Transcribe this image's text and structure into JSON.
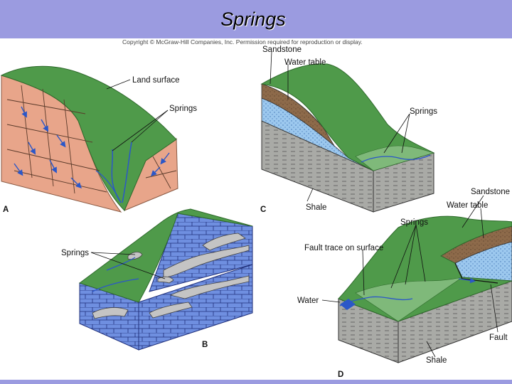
{
  "title": "Springs",
  "copyright": "Copyright © McGraw-Hill Companies, Inc. Permission required for reproduction or display.",
  "panels": {
    "a": {
      "letter": "A",
      "labels": {
        "land_surface": "Land surface",
        "springs": "Springs"
      }
    },
    "b": {
      "letter": "B",
      "labels": {
        "springs": "Springs"
      }
    },
    "c": {
      "letter": "C",
      "labels": {
        "sandstone": "Sandstone",
        "water_table": "Water table",
        "springs": "Springs",
        "shale": "Shale"
      }
    },
    "d": {
      "letter": "D",
      "labels": {
        "sandstone": "Sandstone",
        "water_table": "Water table",
        "springs": "Springs",
        "fault_trace": "Fault trace on surface",
        "water": "Water",
        "fault": "Fault",
        "shale": "Shale"
      }
    }
  },
  "colors": {
    "title_bar": "#9b9be0",
    "grass": "#4f9a4a",
    "grass_dark": "#3d7d3a",
    "granite": "#e8a58a",
    "limestone": "#6f8fe0",
    "sandstone": "#8d6a4a",
    "aquifer": "#9cc8ee",
    "shale": "#a9aaa6",
    "water": "#2b57c8"
  }
}
